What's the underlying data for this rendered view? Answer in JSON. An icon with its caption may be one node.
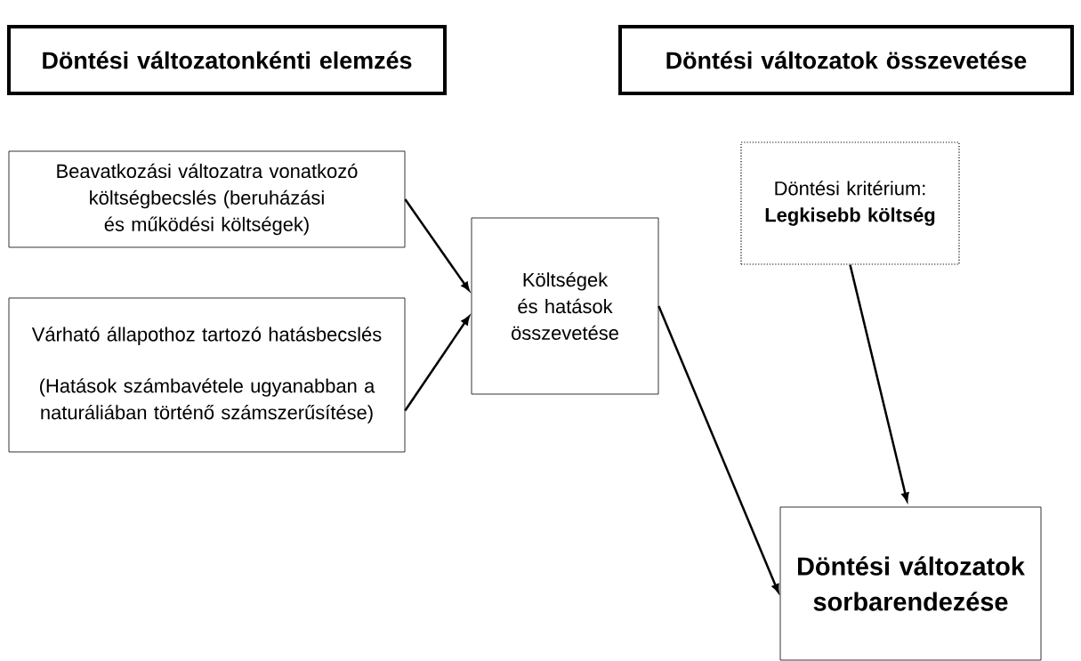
{
  "diagram": {
    "nodes": [
      {
        "text": [
          "Döntési változatonkénti elemzés"
        ]
      },
      {
        "text": [
          "Döntési változatok összevetése"
        ]
      },
      {
        "text": [
          "Beavatkozási változatra vonatkozó költségbecslés (beruházási és működési költségek)"
        ]
      },
      {
        "text": [
          "Várható állapothoz tartozó hatásbecslés",
          "(Hatások számbavétele ugyanabban a naturáliában történő számszerűsítése)"
        ]
      },
      {
        "text": [
          "Költségek és hatások összevetése"
        ]
      },
      {
        "text": [
          "Döntési kritérium: **Legkisebb költség**"
        ]
      },
      {
        "text": [
          "Döntési változatok sorbarendezése"
        ]
      }
    ],
    "edges": [
      {
        "from": 2,
        "to": 4,
        "arrow": "to"
      },
      {
        "from": 3,
        "to": 4,
        "arrow": "to"
      },
      {
        "from": 4,
        "to": 6,
        "arrow": "to"
      },
      {
        "from": 5,
        "to": 6,
        "arrow": "to"
      }
    ]
  }
}
